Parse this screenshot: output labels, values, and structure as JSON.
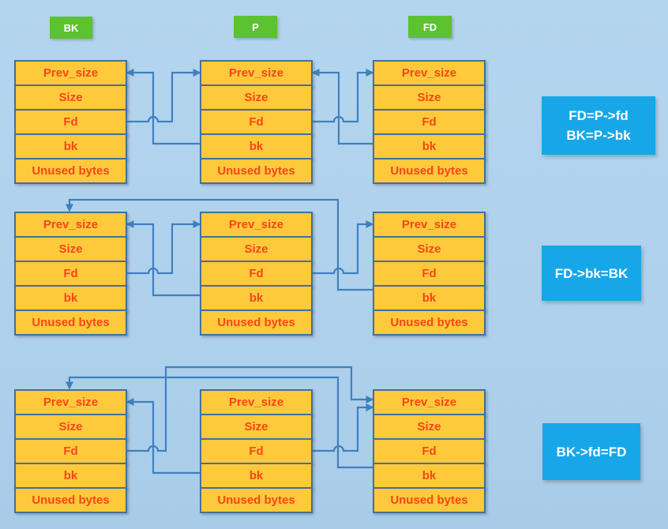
{
  "diagram": {
    "pointer_labels": [
      "BK",
      "P",
      "FD"
    ],
    "chunk_fields": [
      "Prev_size",
      "Size",
      "Fd",
      "bk",
      "Unused bytes"
    ],
    "rows": [
      {
        "name": "initial-list-state",
        "annotation_lines": [
          "FD=P->fd",
          "BK=P->bk"
        ],
        "edges": [
          {
            "kind": "bk_back",
            "from": "P",
            "to": "BK",
            "pointer": "P->bk"
          },
          {
            "kind": "fd_fwd",
            "from": "BK",
            "to": "P",
            "pointer": "BK->fd"
          },
          {
            "kind": "bk_back",
            "from": "FD",
            "to": "P",
            "pointer": "FD->bk"
          },
          {
            "kind": "fd_fwd",
            "from": "P",
            "to": "FD",
            "pointer": "P->fd"
          }
        ]
      },
      {
        "name": "after-fd-bk-assignment",
        "annotation_lines": [
          "FD->bk=BK"
        ],
        "edges": [
          {
            "kind": "bk_back",
            "from": "P",
            "to": "BK",
            "pointer": "P->bk"
          },
          {
            "kind": "fd_fwd",
            "from": "BK",
            "to": "P",
            "pointer": "BK->fd"
          },
          {
            "kind": "fd_fwd",
            "from": "P",
            "to": "FD",
            "pointer": "P->fd"
          },
          {
            "kind": "long_bk",
            "from": "FD",
            "to": "BK",
            "pointer": "FD->bk"
          }
        ]
      },
      {
        "name": "after-bk-fd-assignment",
        "annotation_lines": [
          "BK->fd=FD"
        ],
        "edges": [
          {
            "kind": "bk_back",
            "from": "P",
            "to": "BK",
            "pointer": "P->bk"
          },
          {
            "kind": "fd_fwd",
            "from": "P",
            "to": "FD",
            "pointer": "P->fd"
          },
          {
            "kind": "long_bk",
            "from": "FD",
            "to": "BK",
            "pointer": "FD->bk"
          },
          {
            "kind": "long_fd",
            "from": "BK",
            "to": "FD",
            "pointer": "BK->fd"
          }
        ]
      }
    ],
    "colors": {
      "background": "#afd1ec",
      "chunk_fill": "#ffc93c",
      "chunk_border": "#41719c",
      "chunk_text": "#f94616",
      "arrow": "#3f80c1",
      "pointer_label_bg": "#5cc230",
      "annotation_bg": "#17a7e9",
      "label_text": "#ffffff"
    }
  }
}
